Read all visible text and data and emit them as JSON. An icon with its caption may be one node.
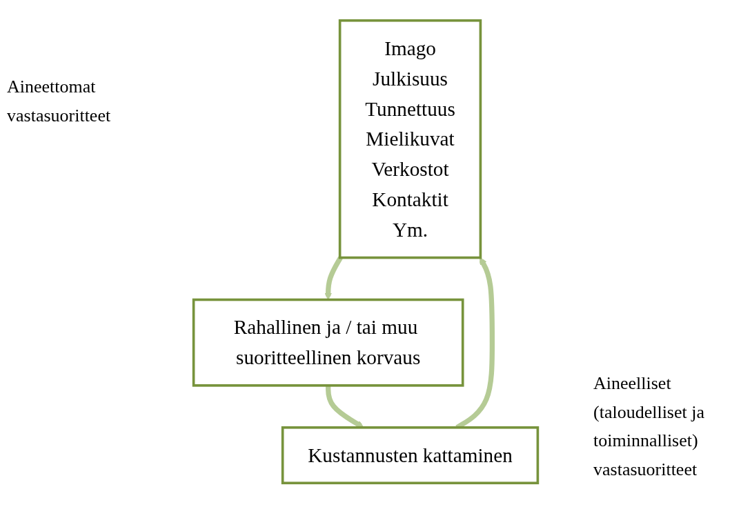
{
  "diagram": {
    "nodes": [
      {
        "text": [
          "Imago",
          "Julkisuus",
          "Tunnettuus",
          "Mielikuvat",
          "Verkostot",
          "Kontaktit",
          "Ym."
        ]
      },
      {
        "text": [
          "Rahallinen ja / tai muu suoritteellinen korvaus"
        ]
      },
      {
        "text": [
          "Kustannusten kattaminen"
        ]
      }
    ],
    "edges": [
      {
        "from": 0,
        "to": 1,
        "arrow": "to"
      },
      {
        "from": 1,
        "to": 2,
        "arrow": "to"
      },
      {
        "from": 2,
        "to": 0,
        "arrow": "to"
      }
    ],
    "labels": [
      "Aineettomat vastasuoritteet",
      "Aineelliset (taloudelliset ja toiminnalliset) vastasuoritteet"
    ]
  }
}
